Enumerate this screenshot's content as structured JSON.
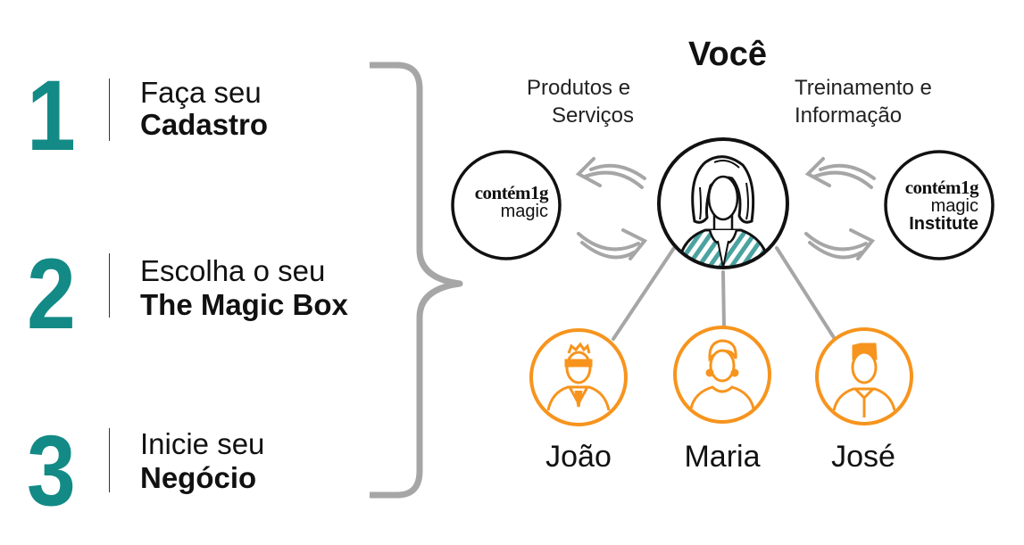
{
  "colors": {
    "teal": "#138a86",
    "orange": "#f7941d",
    "gray": "#a6a6a6",
    "black": "#111111"
  },
  "steps": [
    {
      "number": "1",
      "line1": "Faça seu",
      "line2": "Cadastro"
    },
    {
      "number": "2",
      "line1": "Escolha o seu",
      "line2": "The Magic Box"
    },
    {
      "number": "3",
      "line1": "Inicie seu",
      "line2": "Negócio"
    }
  ],
  "center": {
    "title": "Você",
    "left_label_line1": "Produtos e",
    "left_label_line2": "Serviços",
    "right_label_line1": "Treinamento e",
    "right_label_line2": "Informação"
  },
  "logos": {
    "left": {
      "brand": "contém1g",
      "sub": "magic"
    },
    "right": {
      "brand": "contém1g",
      "sub": "magic",
      "sub2": "Institute"
    }
  },
  "people": [
    {
      "name": "João",
      "icon": "man-glasses-tie-icon"
    },
    {
      "name": "Maria",
      "icon": "woman-earrings-icon"
    },
    {
      "name": "José",
      "icon": "man-collar-shirt-icon"
    }
  ]
}
